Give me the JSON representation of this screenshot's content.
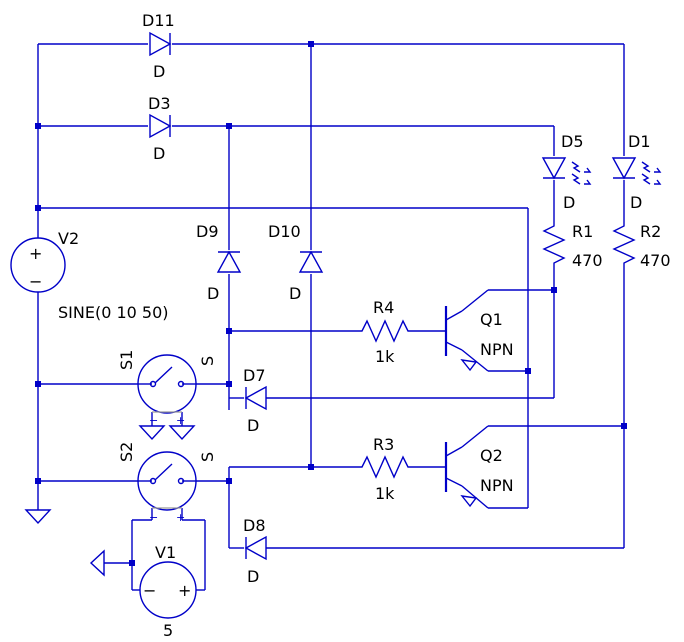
{
  "header": {
    "text": "("
  },
  "components": {
    "d11": {
      "name": "D11",
      "value": "D"
    },
    "d3": {
      "name": "D3",
      "value": "D"
    },
    "d5": {
      "name": "D5",
      "value": "D"
    },
    "d1": {
      "name": "D1",
      "value": "D"
    },
    "d9": {
      "name": "D9",
      "value": "D"
    },
    "d10": {
      "name": "D10",
      "value": "D"
    },
    "d7": {
      "name": "D7",
      "value": "D"
    },
    "d8": {
      "name": "D8",
      "value": "D"
    },
    "r1": {
      "name": "R1",
      "value": "470"
    },
    "r2": {
      "name": "R2",
      "value": "470"
    },
    "r3": {
      "name": "R3",
      "value": "1k"
    },
    "r4": {
      "name": "R4",
      "value": "1k"
    },
    "q1": {
      "name": "Q1",
      "value": "NPN"
    },
    "q2": {
      "name": "Q2",
      "value": "NPN"
    },
    "v1": {
      "name": "V1",
      "value": "5"
    },
    "v2": {
      "name": "V2",
      "value": "SINE(0 10 50)"
    },
    "s1": {
      "name": "S1",
      "value": "S"
    },
    "s2": {
      "name": "S2",
      "value": "S"
    }
  },
  "polarity": {
    "plus": "+",
    "minus": "−",
    "pin_plus": "+",
    "pin_minus": "−"
  },
  "colors": {
    "wire": "#0000c8",
    "text": "#000000",
    "background": "#ffffff"
  }
}
